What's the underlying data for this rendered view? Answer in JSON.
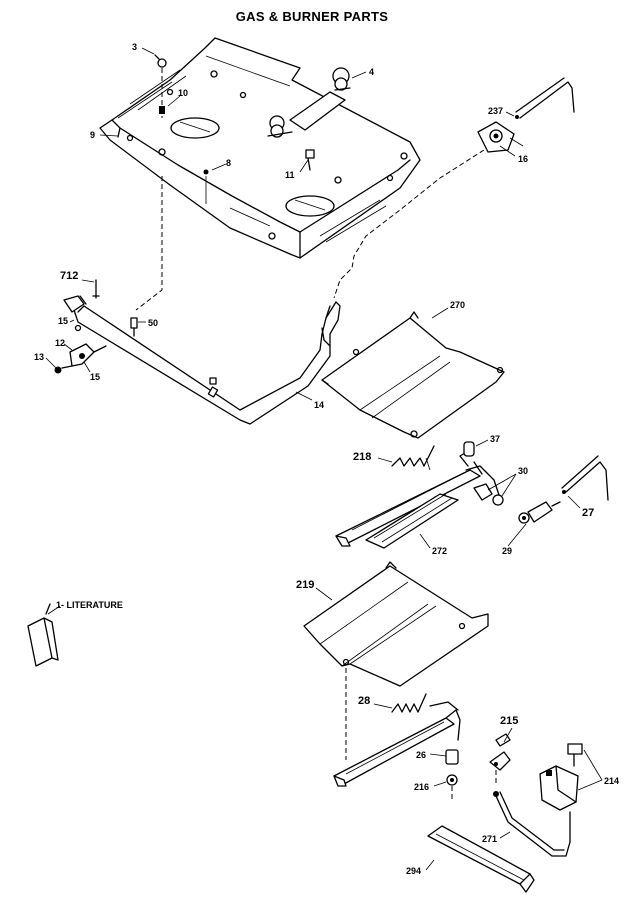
{
  "title": "GAS & BURNER PARTS",
  "literature_label": "1- LITERATURE",
  "callouts": {
    "p3": "3",
    "p4": "4",
    "p10": "10",
    "p9": "9",
    "p8": "8",
    "p11": "11",
    "p237a": "237",
    "p16": "16",
    "p712": "712",
    "p15a": "15",
    "p12": "12",
    "p13": "13",
    "p15b": "15",
    "p50": "50",
    "p14": "14",
    "p270": "270",
    "p218": "218",
    "p37": "37",
    "p30": "30",
    "p27": "27",
    "p29": "29",
    "p272": "272",
    "p219": "219",
    "p28": "28",
    "p26": "26",
    "p216": "216",
    "p215": "215",
    "p214": "214",
    "p271": "271",
    "p294": "294"
  }
}
